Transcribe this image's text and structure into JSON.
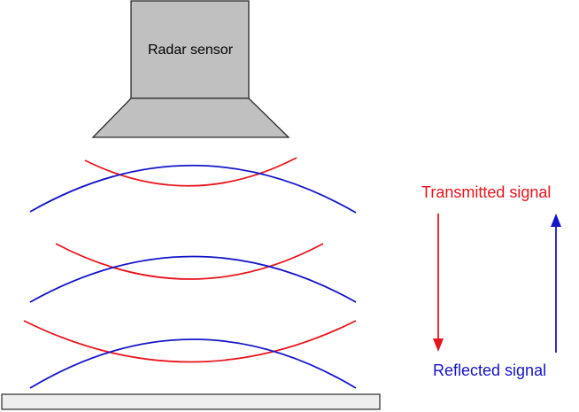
{
  "sensor": {
    "label": "Radar sensor"
  },
  "legend": {
    "transmitted_label": "Transmitted signal",
    "reflected_label": "Reflected signal"
  },
  "colors": {
    "transmitted": "#e8141c",
    "reflected": "#1414c8",
    "sensor_fill": "#c0c0c0",
    "ground_fill": "#eeeeee",
    "outline": "#2a2a2a"
  }
}
